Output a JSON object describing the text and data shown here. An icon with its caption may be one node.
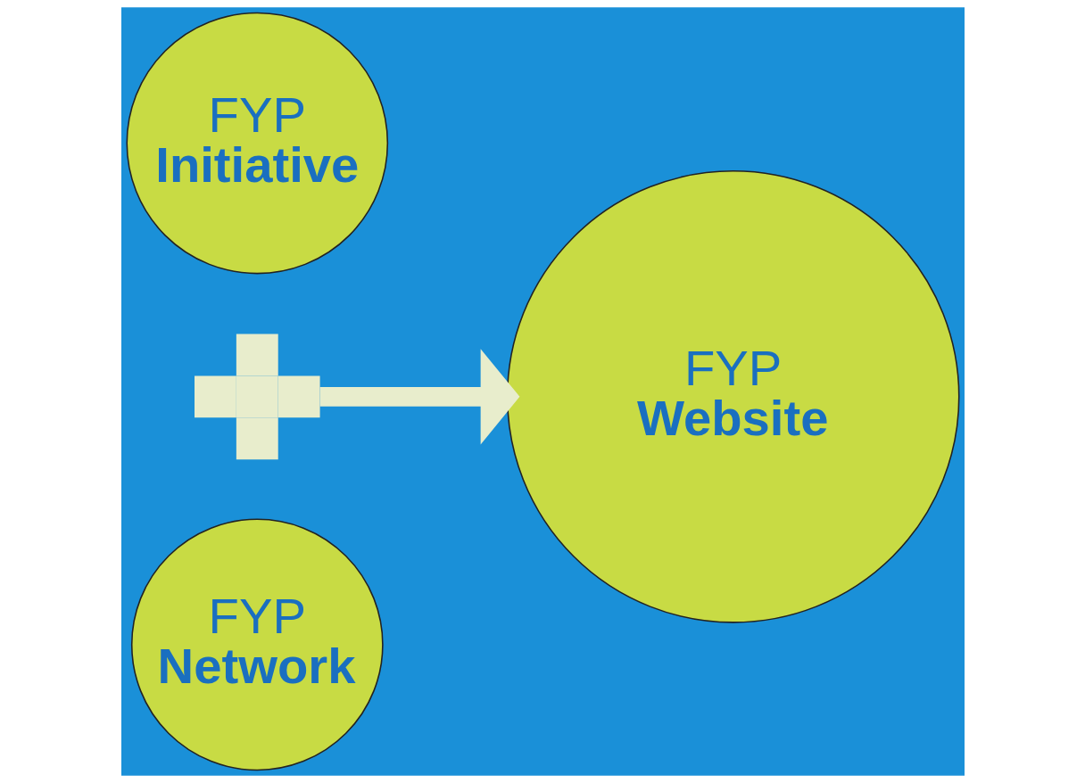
{
  "diagram": {
    "nodes": [
      {
        "text": [
          "FYP",
          "Initiative"
        ]
      },
      {
        "text": [],
        "shape": "cross"
      },
      {
        "text": [
          "FYP",
          "Network"
        ]
      },
      {
        "text": [
          "FYP",
          "Website"
        ]
      }
    ],
    "edges": [
      {
        "from": 1,
        "to": 3,
        "arrow": "to"
      }
    ]
  }
}
